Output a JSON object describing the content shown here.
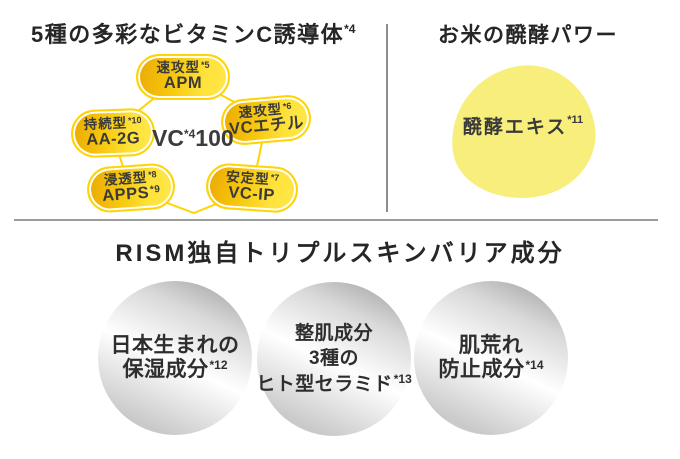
{
  "vitamin_section": {
    "title": "5種の多彩なビタミンC誘導体",
    "title_sup": "*4",
    "center": {
      "prefix": "VC",
      "sup": "*4",
      "suffix": "100"
    },
    "petals": [
      {
        "type": "速攻型",
        "type_sup": "*5",
        "name": "APM"
      },
      {
        "type": "速攻型",
        "type_sup": "*6",
        "name": "VCエチル"
      },
      {
        "type": "安定型",
        "type_sup": "*7",
        "name": "VC-IP"
      },
      {
        "type": "浸透型",
        "type_sup": "*8",
        "name": "APPS",
        "name_sup": "*9"
      },
      {
        "type": "持続型",
        "type_sup": "*10",
        "name": "AA-2G"
      }
    ]
  },
  "rice_section": {
    "title": "お米の醗酵パワー",
    "blob_label": "醗酵エキス",
    "blob_sup": "*11"
  },
  "barrier_section": {
    "title": "RISM独自トリプルスキンバリア成分",
    "circles": [
      {
        "line1": "日本生まれの",
        "line2": "保湿成分",
        "sup": "*12"
      },
      {
        "line1": "整肌成分",
        "line2": "3種の",
        "line3": "ヒト型セラミド",
        "sup": "*13"
      },
      {
        "line1": "肌荒れ",
        "line2": "防止成分",
        "sup": "*14"
      }
    ]
  },
  "colors": {
    "petal_gold": "#EBA904",
    "petal_bright_yellow": "#FFE84B",
    "petal_outline_yellow": "#FFD405",
    "blob_pale_yellow": "#F7EE7C",
    "circle_silver_dark": "#999999",
    "circle_silver_light": "#FFFFFF",
    "divider_gray": "#8D8D8D",
    "text_dark": "#2E2E2E"
  }
}
